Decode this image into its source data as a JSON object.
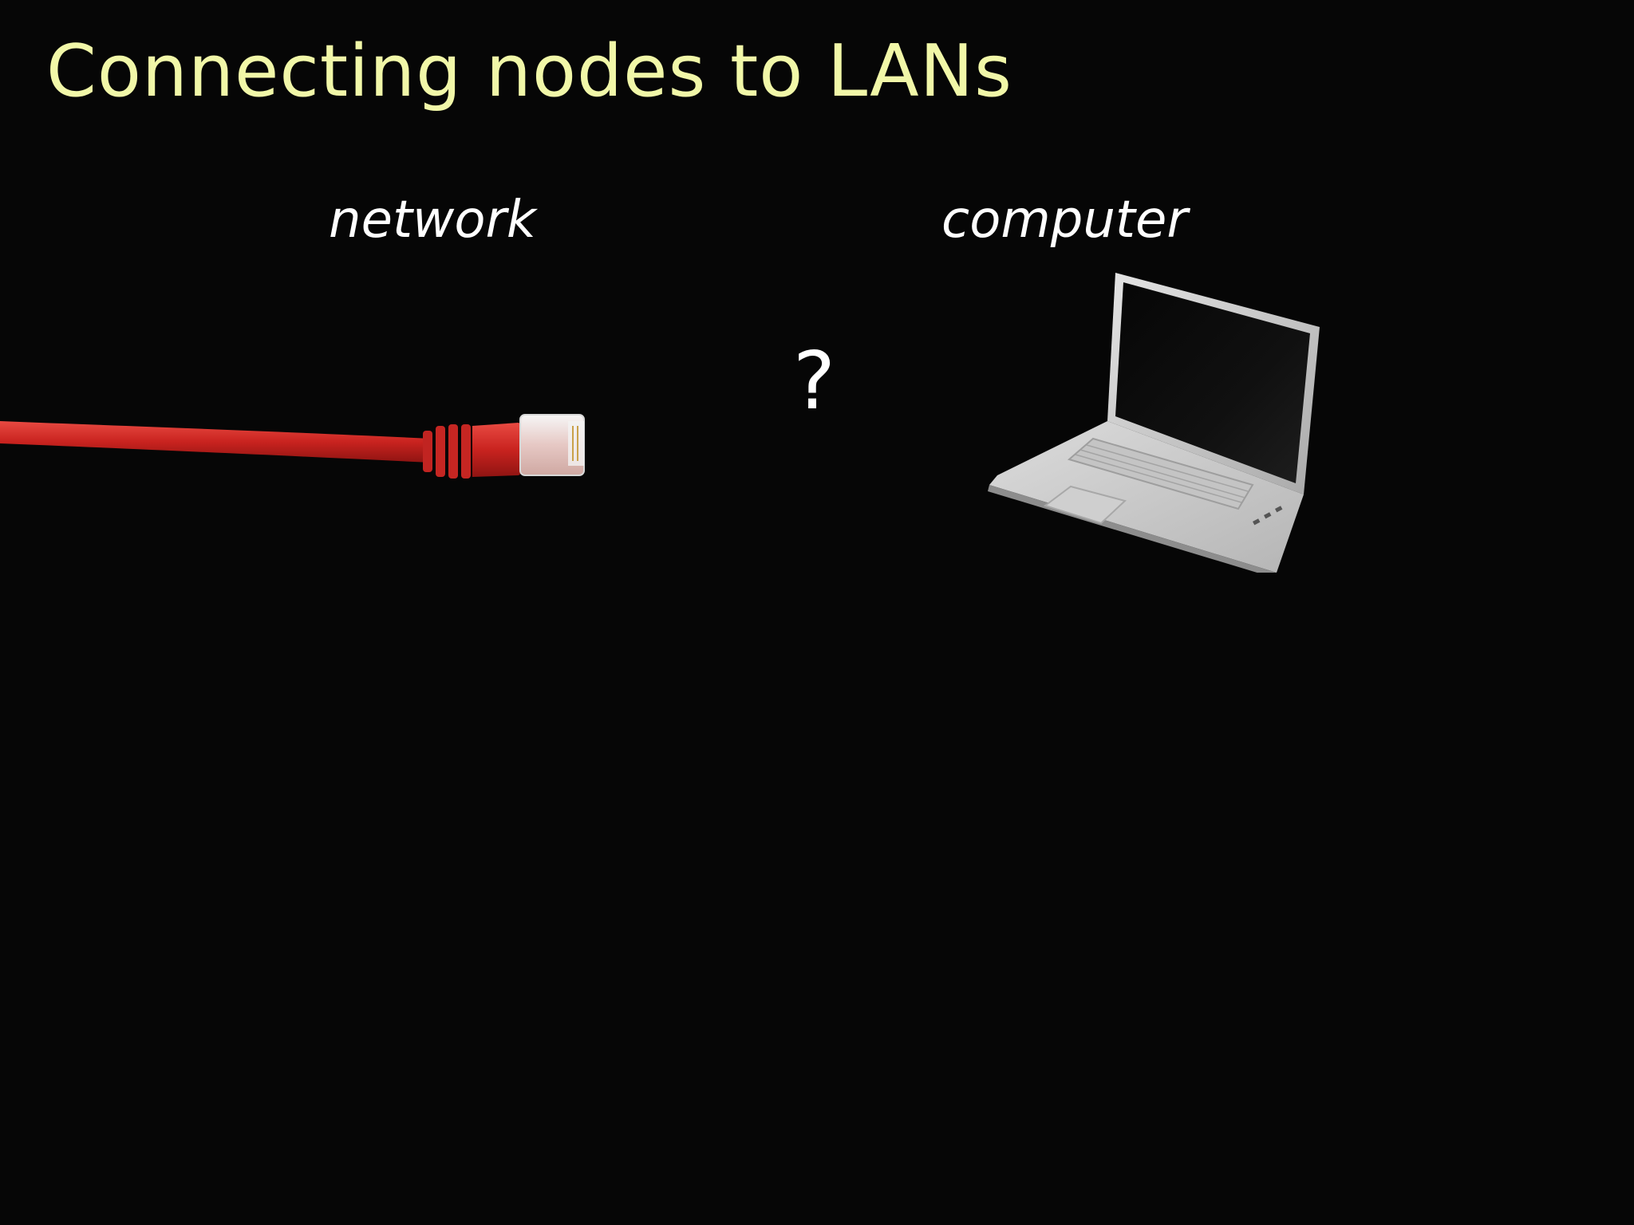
{
  "slide": {
    "title": "Connecting nodes to LANs",
    "network_label": "network",
    "computer_label": "computer",
    "question_mark": "?"
  },
  "colors": {
    "background": "#060606",
    "title": "#f1f7a8",
    "label": "#ffffff",
    "cable": "#d42a2a"
  },
  "icons": {
    "cable": "ethernet-cable-icon",
    "laptop": "laptop-icon"
  }
}
